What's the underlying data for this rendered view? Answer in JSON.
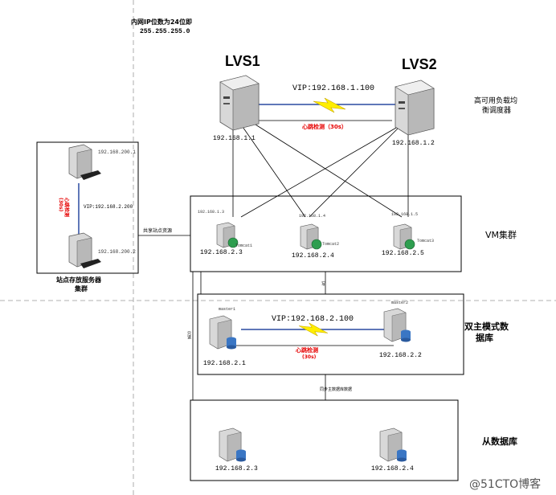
{
  "top_note": {
    "line1": "内网IP位数为24位即",
    "line2": "255.255.255.0"
  },
  "lvs": {
    "lvs1_title": "LVS1",
    "lvs2_title": "LVS2",
    "vip": "VIP:192.168.1.100",
    "heartbeat": "心跳检测（30s）",
    "lvs1_ip": "192.168.1.1",
    "lvs2_ip": "192.168.1.2",
    "group_label_line1": "高可用负载均",
    "group_label_line2": "衡调度器"
  },
  "storage": {
    "ip1": "192.168.200.1",
    "ip2": "192.168.200.2",
    "vip": "VIP:192.168.2.200",
    "heartbeat_line1": "心跳检测",
    "heartbeat_line2": "(30s)",
    "label_line1": "站点存放服务器",
    "label_line2": "集群",
    "share_label": "共享站点资源"
  },
  "vm": {
    "label": "VM集群",
    "nodes": [
      {
        "top_ip": "192.168.1.3",
        "name": "Tomcat1",
        "ip": "192.168.2.3"
      },
      {
        "top_ip": "192.168.1.4",
        "name": "Tomcat2",
        "ip": "192.168.2.4"
      },
      {
        "top_ip": "192.168.1.5",
        "name": "Tomcat3",
        "ip": "192.168.2.5"
      }
    ],
    "link_label": "写"
  },
  "db": {
    "label_line1": "双主模式数",
    "label_line2": "据库",
    "master1": "master1",
    "master2": "master2",
    "vip": "VIP:192.168.2.100",
    "heartbeat_line1": "心跳检测",
    "heartbeat_line2": "(30s)",
    "ip1": "192.168.2.1",
    "ip2": "192.168.2.2",
    "read_label": "只读",
    "sync_label": "同步主数据库数据"
  },
  "slave": {
    "label": "从数据库",
    "ip1": "192.168.2.3",
    "ip2": "192.168.2.4"
  },
  "watermark": "@51CTO博客",
  "colors": {
    "heartbeat": "#e60000",
    "bolt": "#ffee00",
    "vip_line": "#2a4aa0",
    "node_badge": "#2e9e4f",
    "db_badge": "#3a76c4"
  }
}
